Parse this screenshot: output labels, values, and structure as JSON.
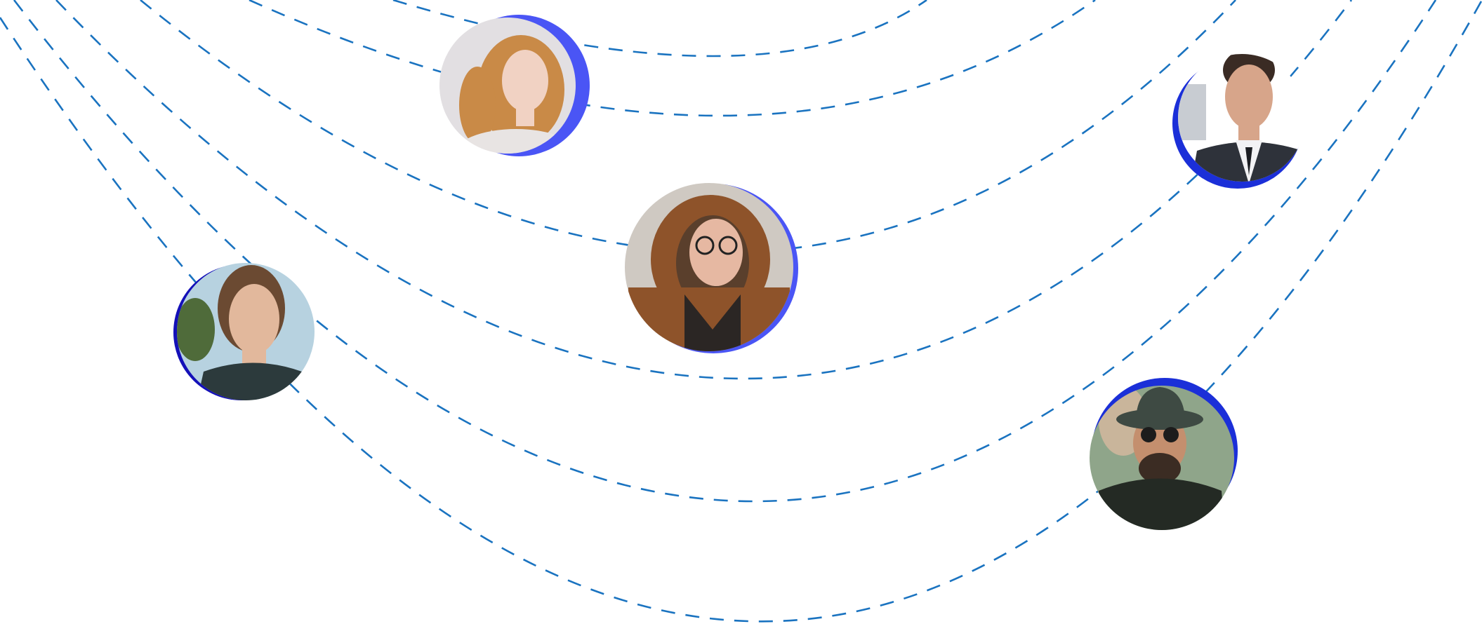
{
  "colors": {
    "background": "#ffffff",
    "dashed_line": "#1a73c0",
    "accent_blue": "#4a55f5",
    "accent_navy": "#1b2fd8",
    "accent_deep": "#1410b8"
  },
  "avatars": [
    {
      "id": "woman-blonde",
      "icon": "portrait-woman-blonde-icon",
      "ring_color": "#4a55f5",
      "skin": "#f1d2c3",
      "hair": "#c98a47",
      "clothing": "#e8e4e3",
      "photo_bg": "#e2dfe2"
    },
    {
      "id": "man-suit",
      "icon": "portrait-man-suit-icon",
      "ring_color": "#1b2fd8",
      "skin": "#d7a58a",
      "hair": "#3a2b24",
      "clothing": "#2e323a",
      "photo_bg": "#c8ccd2"
    },
    {
      "id": "woman-hood",
      "icon": "portrait-woman-hood-icon",
      "ring_color": "#4a55f5",
      "skin": "#e6b8a2",
      "hair": "#5a3f2c",
      "clothing": "#8e532a",
      "photo_bg": "#cfc9c2"
    },
    {
      "id": "man-longhair",
      "icon": "portrait-man-longhair-icon",
      "ring_color": "#1410b8",
      "skin": "#e2b89c",
      "hair": "#6b4a32",
      "clothing": "#2c3a3c",
      "photo_bg": "#b7d2e0"
    },
    {
      "id": "man-hat",
      "icon": "portrait-man-hat-icon",
      "ring_color": "#1b2fd8",
      "skin": "#c48f6e",
      "hair": "#3b2c23",
      "clothing": "#242a24",
      "photo_bg": "#8fa58a"
    }
  ]
}
